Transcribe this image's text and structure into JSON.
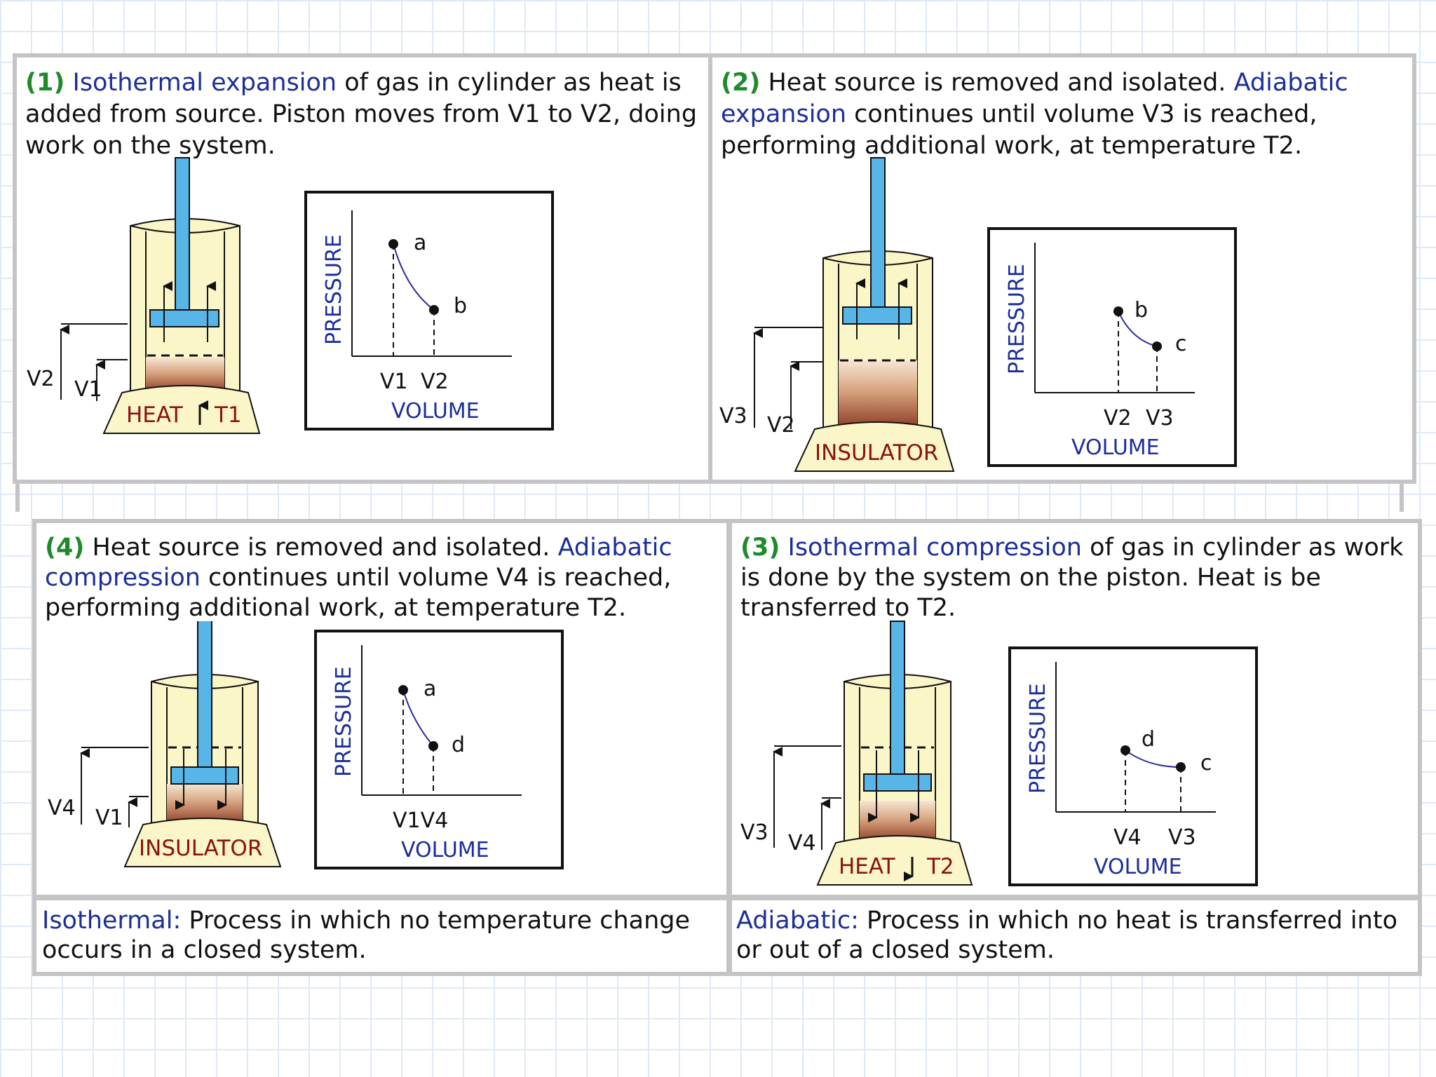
{
  "panels": {
    "p1": {
      "num": "(1)",
      "term": "Isothermal expansion",
      "rest": " of gas in cylinder as heat is added from source. Piston moves from V1 to V2, doing work on the system.",
      "diagram": {
        "outer": "V2",
        "inner": "V1",
        "base": "HEAT",
        "base_temp": "T1",
        "arrow": "up"
      },
      "graph": {
        "ylabel": "PRESSURE",
        "xlabel": "VOLUME",
        "pt1": "a",
        "pt2": "b",
        "x1": "V1",
        "x2": "V2"
      }
    },
    "p2": {
      "num": "(2)",
      "pre": " Heat source is removed and isolated. ",
      "term": "Adiabatic expansion",
      "rest": " continues until volume V3 is reached, performing additional work, at temperature T2.",
      "diagram": {
        "outer": "V3",
        "inner": "V2",
        "base": "INSULATOR"
      },
      "graph": {
        "ylabel": "PRESSURE",
        "xlabel": "VOLUME",
        "pt1": "b",
        "pt2": "c",
        "x1": "V2",
        "x2": "V3"
      }
    },
    "p3": {
      "num": "(3)",
      "term": "Isothermal compression",
      "rest": " of gas in cylinder as work is done by the system on the piston. Heat is be transferred to T2.",
      "diagram": {
        "outer": "V3",
        "inner": "V4",
        "base": "HEAT",
        "base_temp": "T2",
        "arrow": "down"
      },
      "graph": {
        "ylabel": "PRESSURE",
        "xlabel": "VOLUME",
        "pt1": "d",
        "pt2": "c",
        "x1": "V4",
        "x2": "V3"
      }
    },
    "p4": {
      "num": "(4)",
      "pre": " Heat source is removed and isolated. ",
      "term": "Adiabatic compression",
      "rest": " continues until volume V4 is reached, performing additional work, at temperature T2.",
      "diagram": {
        "outer": "V4",
        "inner": "V1",
        "base": "INSULATOR"
      },
      "graph": {
        "ylabel": "PRESSURE",
        "xlabel": "VOLUME",
        "pt1": "a",
        "pt2": "d",
        "x12": "V1V4"
      }
    }
  },
  "definitions": {
    "isothermal": {
      "term": "Isothermal:",
      "text": " Process in which no temperature change occurs in a closed system."
    },
    "adiabatic": {
      "term": "Adiabatic:",
      "text": " Process in which no heat is transferred into or out of a closed system."
    }
  },
  "colors": {
    "cylinder": "#fbf6c8",
    "piston": "#57b5e8",
    "gas_top": "#f2dcc4",
    "gas_bottom": "#8b3a22",
    "accent_text": "#1c2e9a",
    "number": "#1e8a2c",
    "base_text": "#8a1212",
    "curve": "#2a2a9a"
  }
}
